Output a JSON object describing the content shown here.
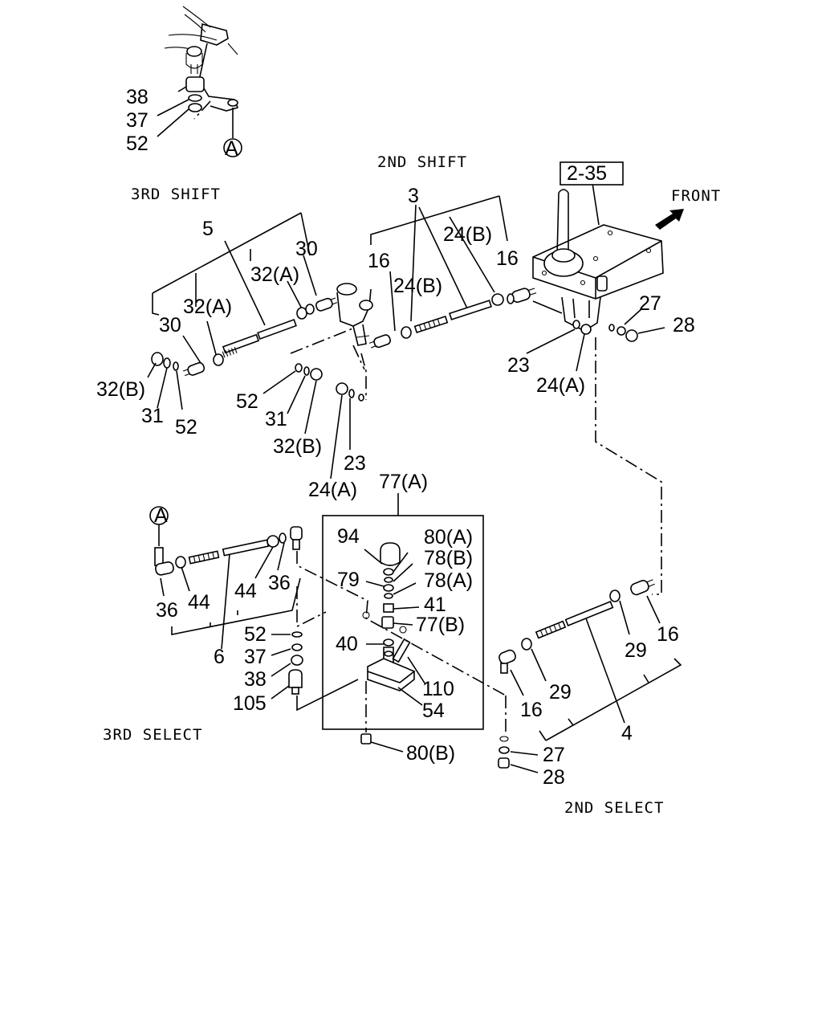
{
  "captions": {
    "shift3": "3RD SHIFT",
    "shift2": "2ND SHIFT",
    "select3": "3RD SELECT",
    "select2": "2ND SELECT",
    "front": "FRONT",
    "ref": "2-35"
  },
  "callouts": {
    "A": "A",
    "c38a": "38",
    "c37a": "37",
    "c52a": "52",
    "c5": "5",
    "c30a": "30",
    "c32A1": "32(A)",
    "c32A2": "32(A)",
    "c30b": "30",
    "c32B1": "32(B)",
    "c31a": "31",
    "c52b": "52",
    "c52c": "52",
    "c31b": "31",
    "c32B2": "32(B)",
    "c23a": "23",
    "c24A1": "24(A)",
    "c3": "3",
    "c24B1": "24(B)",
    "c16a": "16",
    "c24B2": "24(B)",
    "c16b": "16",
    "c27a": "27",
    "c28a": "28",
    "c23b": "23",
    "c24A2": "24(A)",
    "c77A": "77(A)",
    "c94": "94",
    "c80A": "80(A)",
    "c78B": "78(B)",
    "c79": "79",
    "c78A": "78(A)",
    "c41": "41",
    "c77B": "77(B)",
    "c40": "40",
    "c110": "110",
    "c54": "54",
    "c80B": "80(B)",
    "c36a": "36",
    "c44a": "44",
    "c44b": "44",
    "c36b": "36",
    "c6": "6",
    "c52d": "52",
    "c37b": "37",
    "c38b": "38",
    "c105": "105",
    "c16c": "16",
    "c29a": "29",
    "c29b": "29",
    "c16d": "16",
    "c4": "4",
    "c27b": "27",
    "c28b": "28"
  },
  "colors": {
    "ink": "#000000",
    "paper": "#ffffff"
  }
}
